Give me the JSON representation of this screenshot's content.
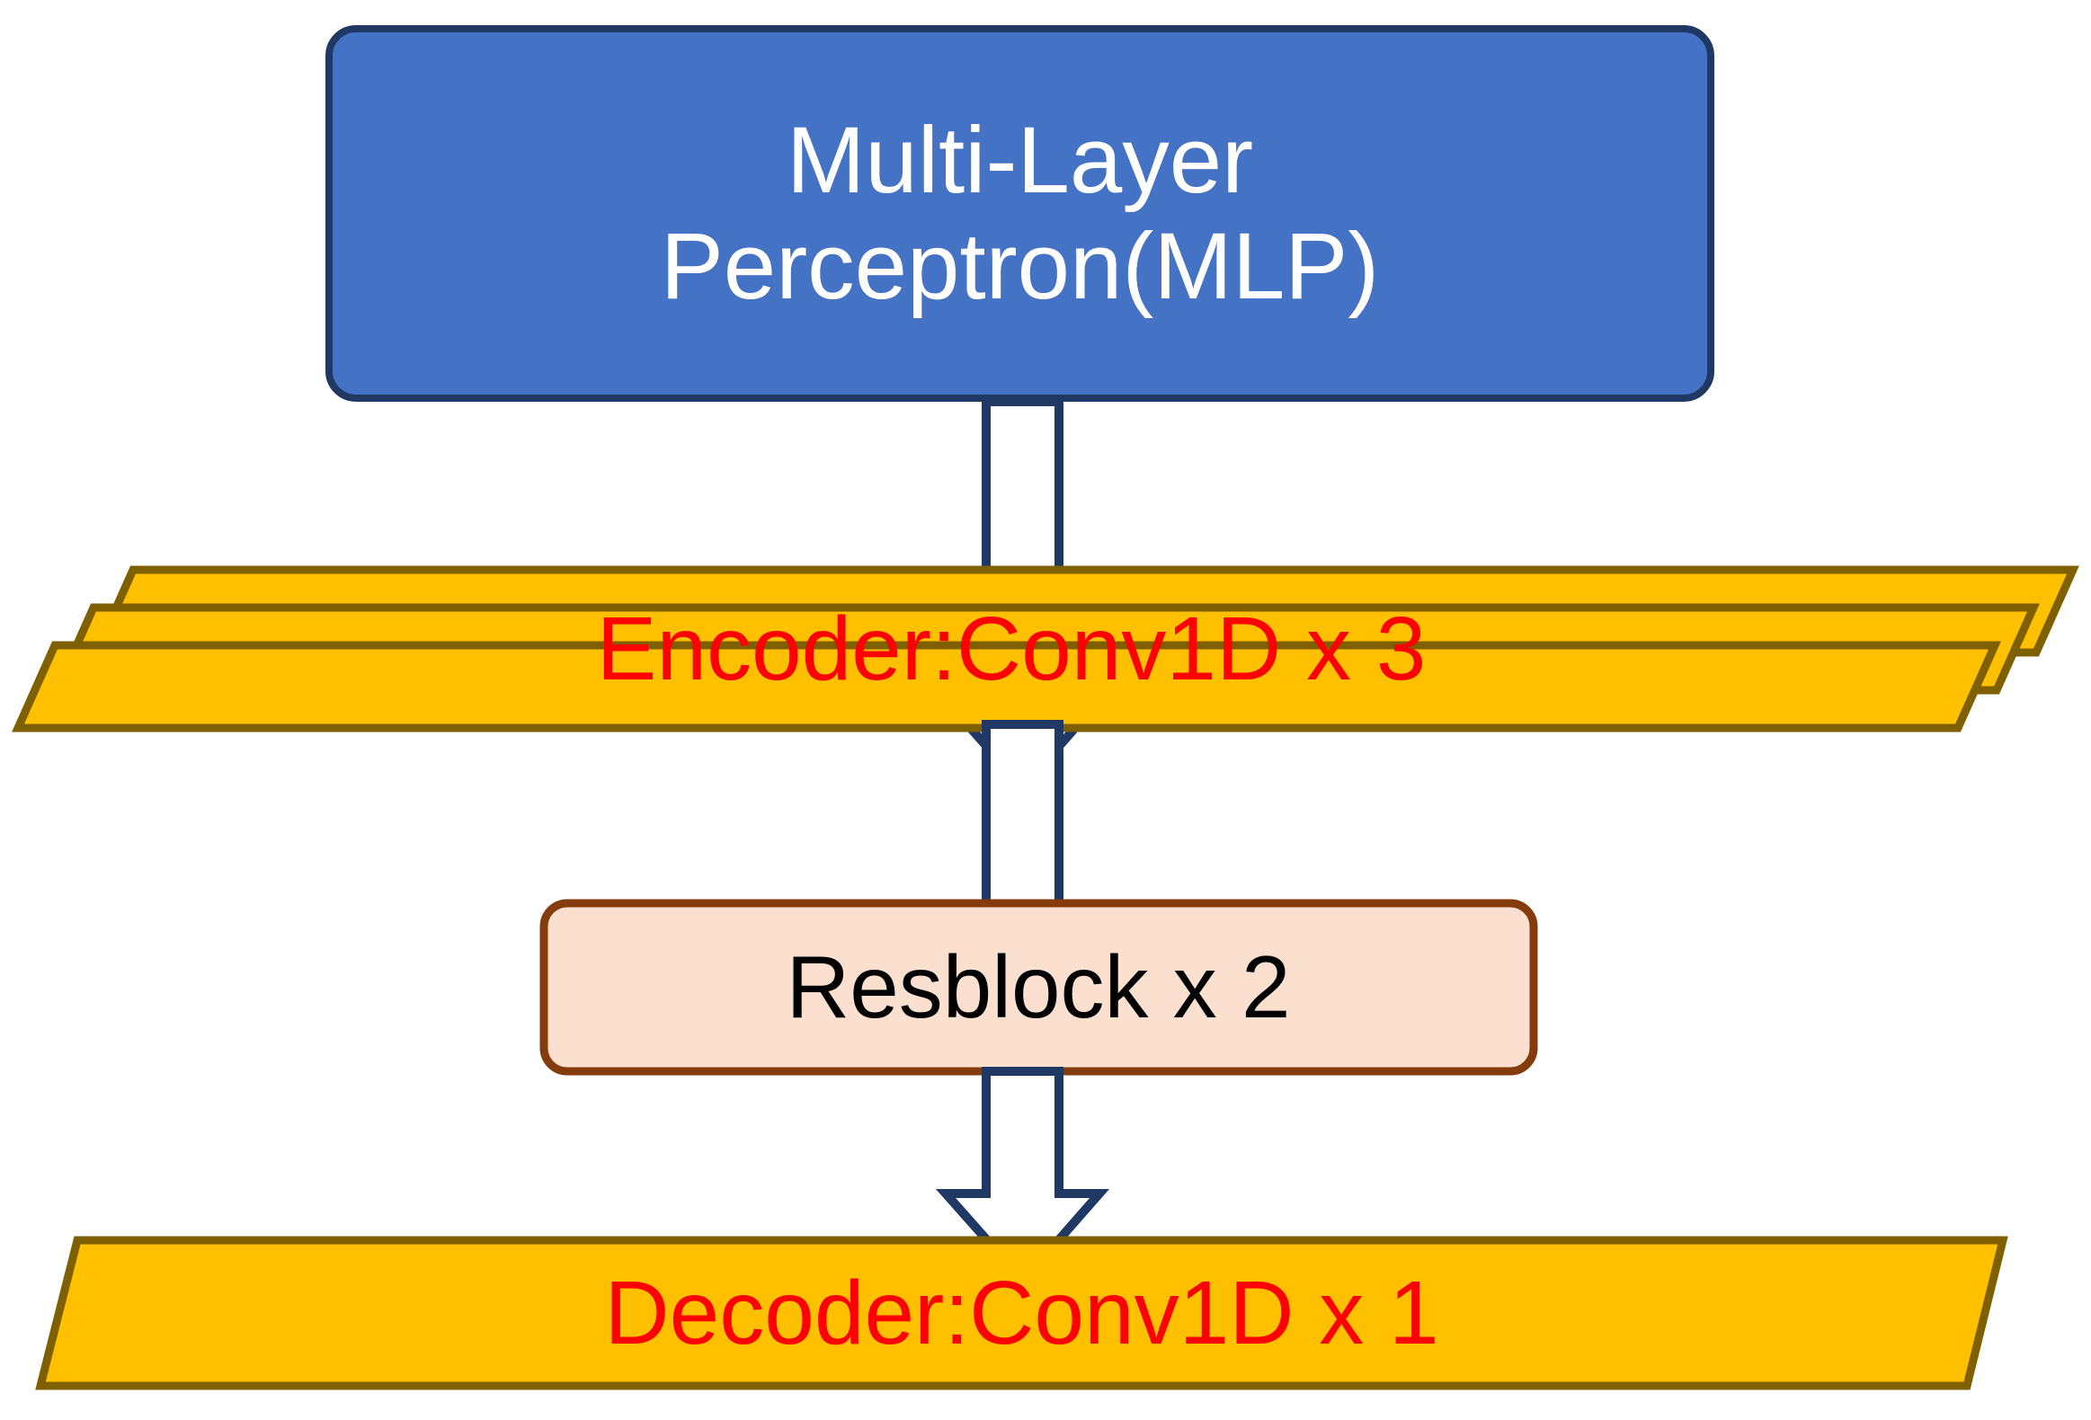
{
  "diagram": {
    "title": "Neural network architecture block diagram",
    "background_color": "#FFFFFF",
    "nodes": [
      {
        "id": "mlp",
        "label": "Multi-Layer\nPerceptron(MLP)",
        "shape": "rounded-rectangle",
        "fill": "#4472C4",
        "stroke": "#1F3864",
        "text_color": "#FFFFFF"
      },
      {
        "id": "encoder",
        "label": "Encoder:Conv1D x 3",
        "shape": "stacked-parallelogram",
        "stack_count": 3,
        "fill": "#FFC000",
        "stroke": "#7F6000",
        "text_color": "#FF0000"
      },
      {
        "id": "resblock",
        "label": "Resblock x 2",
        "shape": "rounded-rectangle",
        "fill": "#FBE0D0",
        "stroke": "#843C0C",
        "text_color": "#000000"
      },
      {
        "id": "decoder",
        "label": "Decoder:Conv1D x 1",
        "shape": "parallelogram",
        "fill": "#FFC000",
        "stroke": "#7F6000",
        "text_color": "#FF0000"
      }
    ],
    "arrows": [
      {
        "id": "arrow-mlp-to-encoder",
        "from": "mlp",
        "to": "encoder",
        "direction": "down",
        "style": "hollow-block",
        "stroke": "#1F3864",
        "fill": "#FFFFFF"
      },
      {
        "id": "arrow-encoder-to-resblock",
        "from": "encoder",
        "to": "resblock",
        "direction": "down",
        "style": "hollow-block",
        "stroke": "#1F3864",
        "fill": "#FFFFFF"
      },
      {
        "id": "arrow-resblock-to-decoder",
        "from": "resblock",
        "to": "decoder",
        "direction": "down",
        "style": "hollow-block",
        "stroke": "#1F3864",
        "fill": "#FFFFFF"
      }
    ]
  }
}
